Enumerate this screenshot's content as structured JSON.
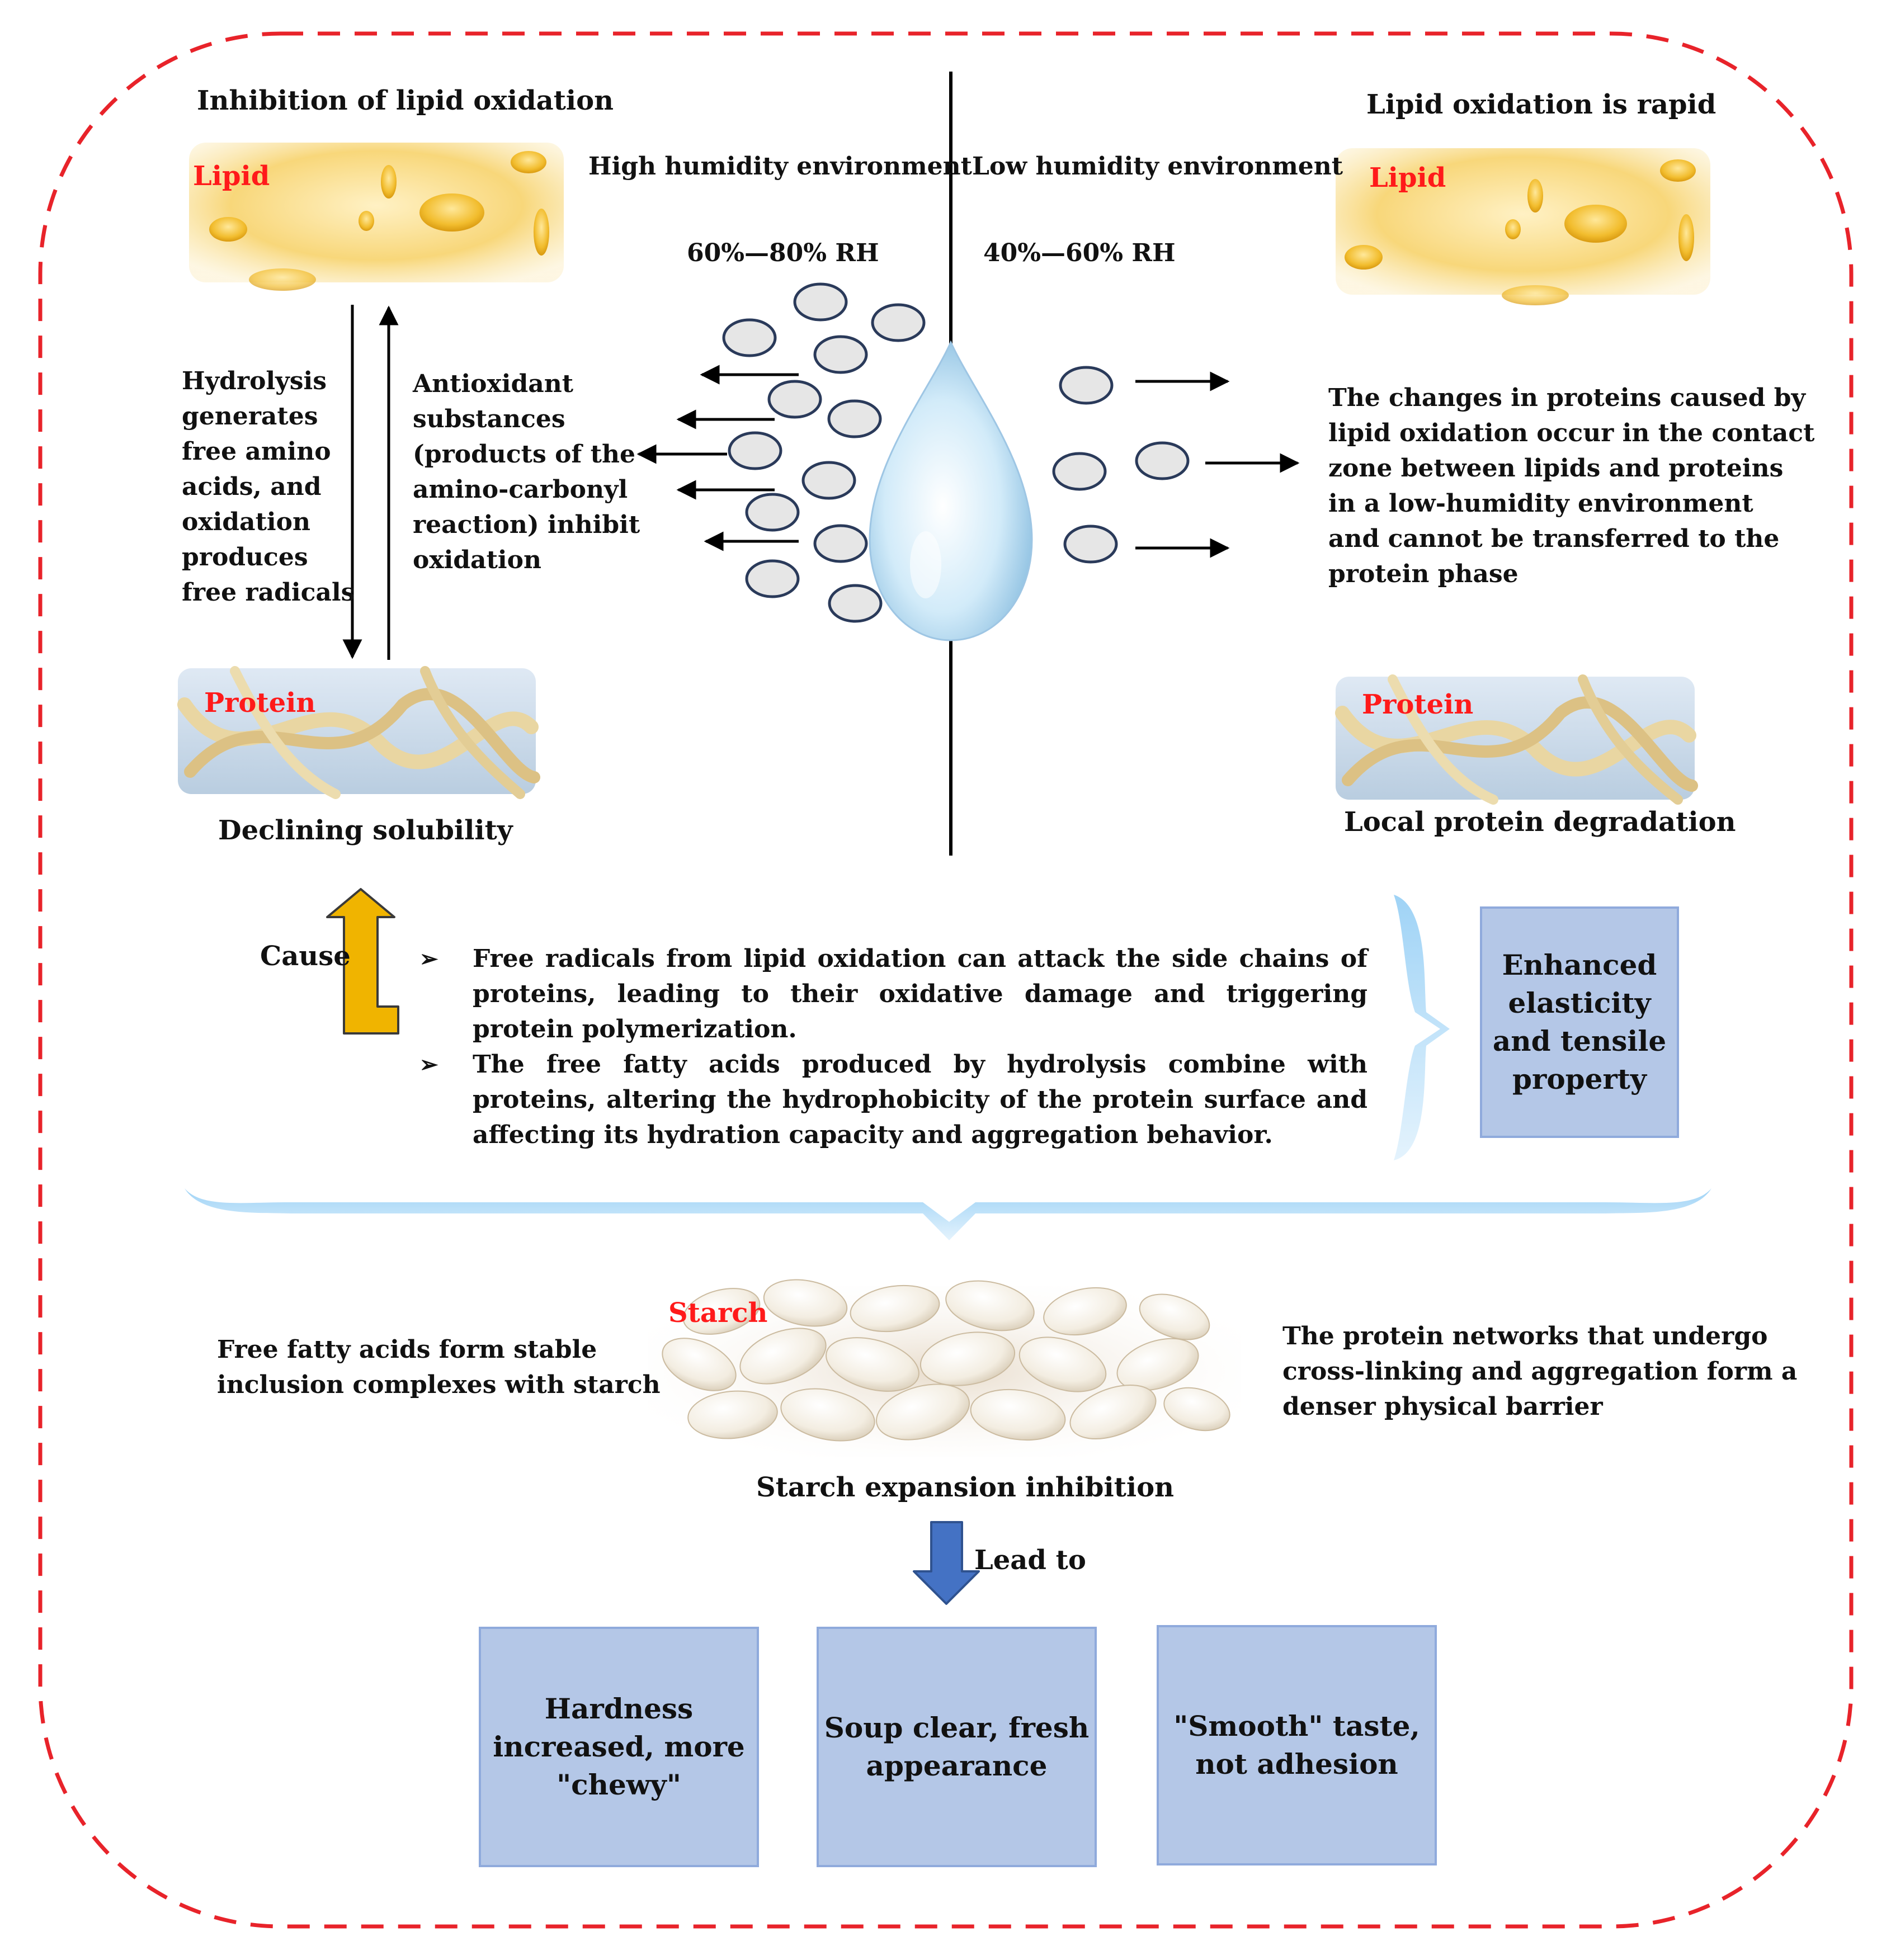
{
  "left_panel": {
    "heading": "Inhibition of lipid oxidation",
    "lipid_label": "Lipid",
    "protein_label": "Protein",
    "down_text": "Hydrolysis\ngenerates\nfree amino\nacids, and\noxidation\nproduces\nfree radicals",
    "up_text": "Antioxidant\nsubstances\n(products of the\namino-carbonyl\nreaction) inhibit\noxidation",
    "result": "Declining solubility"
  },
  "center": {
    "high_humidity": "High humidity environment",
    "low_humidity": "Low humidity environment",
    "high_rh": "60%—80% RH",
    "low_rh": "40%—60% RH"
  },
  "right_panel": {
    "heading": "Lipid oxidation is rapid",
    "lipid_label": "Lipid",
    "protein_label": "Protein",
    "description": "The changes in proteins caused by\nlipid oxidation occur in the contact\nzone between lipids and proteins\nin a low-humidity environment\nand cannot be transferred to the\nprotein phase",
    "result": "Local protein degradation"
  },
  "mechanism": {
    "cause_label": "Cause",
    "bullet_1": "Free radicals from lipid oxidation can attack the side chains of proteins, leading to their oxidative damage and triggering protein polymerization.",
    "bullet_2": "The free fatty acids produced by hydrolysis combine with proteins, altering the hydrophobicity of the protein surface and affecting its hydration capacity and aggregation behavior.",
    "effect_box": "Enhanced\nelasticity\nand tensile\nproperty"
  },
  "starch": {
    "label": "Starch",
    "left_text": "Free fatty acids form stable\ninclusion complexes with starch",
    "right_text": "The protein networks that undergo\ncross-linking and aggregation form a\ndenser physical barrier",
    "result": "Starch expansion inhibition",
    "lead_to": "Lead to"
  },
  "outcomes": [
    "Hardness\nincreased, more\n\"chewy\"",
    "Soup clear, fresh\nappearance",
    "\"Smooth\" taste,\nnot adhesion"
  ],
  "colors": {
    "border": "#e8232a",
    "label_red": "#ff1a1a",
    "box_fill": "#b4c7e7",
    "box_stroke": "#8faadc",
    "cause_arrow": "#f0b400",
    "lead_arrow": "#4472c4",
    "brace": "#bfe3fb",
    "circle_fill": "#e6e6e6",
    "circle_stroke": "#2a3a5a"
  }
}
